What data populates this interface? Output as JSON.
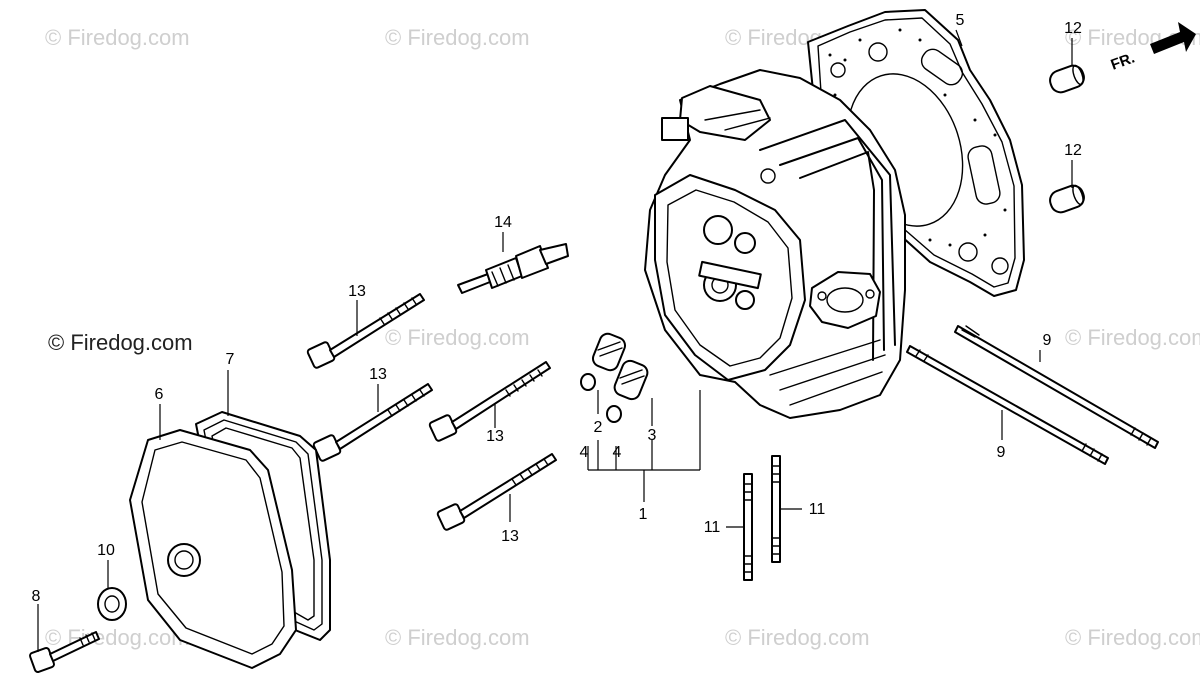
{
  "watermark": "© Firedog.com",
  "front_marker": "FR.",
  "labels": {
    "p1": "1",
    "p2": "2",
    "p3": "3",
    "p4a": "4",
    "p4b": "4",
    "p5": "5",
    "p6": "6",
    "p7": "7",
    "p8": "8",
    "p9a": "9",
    "p9b": "9",
    "p10": "10",
    "p11a": "11",
    "p11b": "11",
    "p12a": "12",
    "p12b": "12",
    "p13a": "13",
    "p13b": "13",
    "p13c": "13",
    "p13d": "13",
    "p14": "14"
  },
  "icons": {
    "front_arrow": "arrow-right-icon"
  }
}
